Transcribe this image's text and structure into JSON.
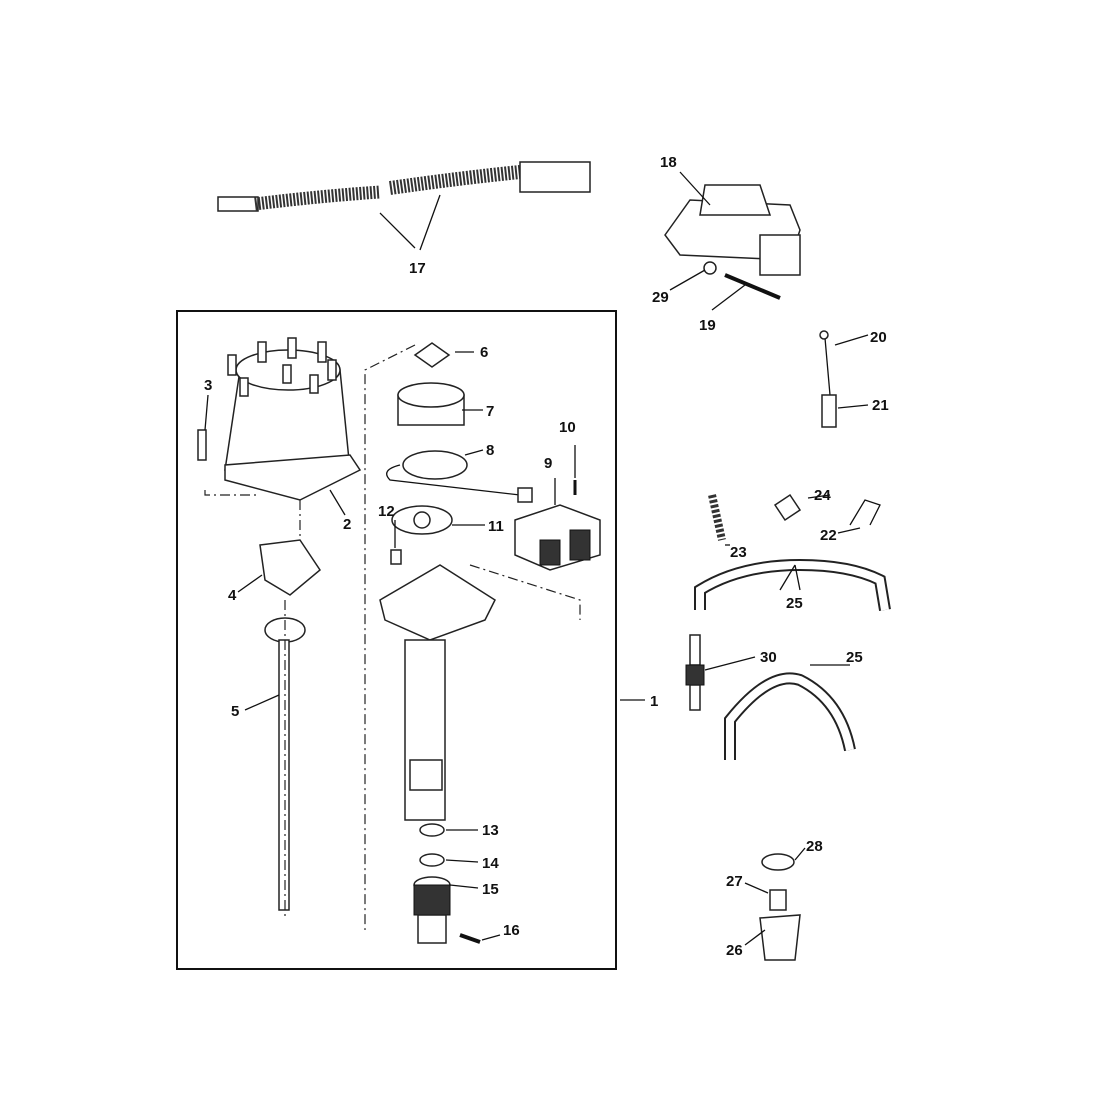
{
  "diagram": {
    "title": "Distributor and ignition components exploded view",
    "callouts": [
      "1",
      "2",
      "3",
      "4",
      "5",
      "6",
      "7",
      "8",
      "9",
      "10",
      "11",
      "12",
      "13",
      "14",
      "15",
      "16",
      "17",
      "18",
      "19",
      "20",
      "21",
      "22",
      "23",
      "24",
      "25",
      "25",
      "26",
      "27",
      "28",
      "29",
      "30"
    ]
  }
}
